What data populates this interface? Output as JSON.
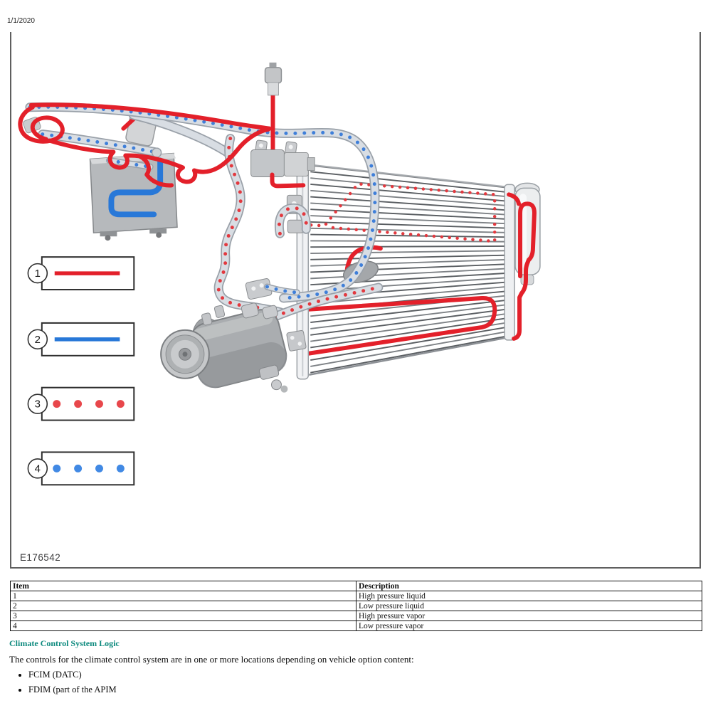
{
  "page": {
    "date": "1/1/2020",
    "figure_code": "E176542"
  },
  "legend": {
    "items": [
      {
        "number": "1",
        "line_style": "solid",
        "color": "#e3202a"
      },
      {
        "number": "2",
        "line_style": "solid",
        "color": "#2878d8"
      },
      {
        "number": "3",
        "line_style": "dotted",
        "color": "#e3202a"
      },
      {
        "number": "4",
        "line_style": "dotted",
        "color": "#3f7fd9"
      }
    ]
  },
  "table": {
    "headers": {
      "item": "Item",
      "description": "Description"
    },
    "rows": [
      {
        "item": "1",
        "description": "High pressure liquid"
      },
      {
        "item": "2",
        "description": "Low pressure liquid"
      },
      {
        "item": "3",
        "description": "High pressure vapor"
      },
      {
        "item": "4",
        "description": "Low pressure vapor"
      }
    ]
  },
  "section": {
    "heading": "Climate Control System Logic",
    "intro": "The controls for the climate control system are in one or more locations depending on vehicle option content:",
    "bullets": [
      "FCIM (DATC)",
      "FDIM (part of the APIM"
    ]
  },
  "diagram": {
    "components": [
      "condenser",
      "receiver-drier",
      "compressor",
      "evaporator-unit",
      "expansion-valve",
      "refrigerant-lines"
    ]
  }
}
